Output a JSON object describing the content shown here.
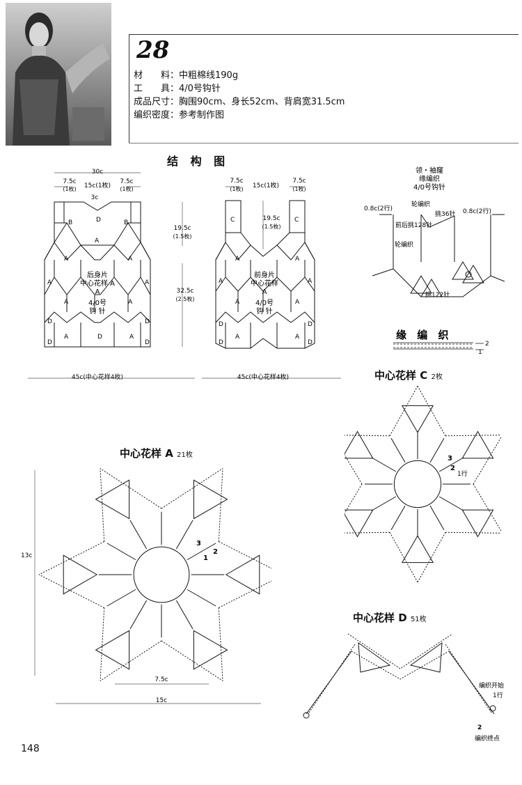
{
  "pattern_number": "28",
  "specs": {
    "material": "材　　料：中粗棉线190g",
    "tool": "工　　具：4/0号钩针",
    "size": "成品尺寸：胸围90cm、身长52cm、背肩宽31.5cm",
    "gauge": "编织密度：参考制作图"
  },
  "structure_title": "结 构 图",
  "back": {
    "width_top": "30c",
    "left_shoulder": "7.5c",
    "left_shoulder_count": "(1枚)",
    "neck": "15c(1枚)",
    "right_shoulder": "7.5c",
    "right_shoulder_count": "(1枚)",
    "neck_drop": "3c",
    "name": "后身片",
    "motif": "中心花样 A",
    "hook": "4/0号",
    "hook2": "钩 针",
    "armhole": "19.5c",
    "armhole_count": "(1.5枚)",
    "length": "32.5c",
    "length_count": "(2.5枚)",
    "bottom": "45c(中心花样4枚)"
  },
  "front": {
    "left_shoulder": "7.5c",
    "left_shoulder_count": "(1枚)",
    "neck": "15c(1枚)",
    "right_shoulder": "7.5c",
    "right_shoulder_count": "(1枚)",
    "neck_depth": "19.5c",
    "neck_depth_count": "(1.5枚)",
    "name": "前身片",
    "motif": "中心花样",
    "motif_letter": "A",
    "hook": "4/0号",
    "hook2": "钩 针",
    "bottom": "45c(中心花样4枚)"
  },
  "motif_letters": {
    "a": "A",
    "b": "B",
    "c": "C",
    "d": "D"
  },
  "edging": {
    "header1": "领・袖窿",
    "header2": "缘编织",
    "header3": "4/0号钩针",
    "rows_left": "0.8c(2行)",
    "rows_right": "0.8c(2行)",
    "edging1": "轮编织",
    "pickup36": "挑36针",
    "front_pick": "前后挑128针",
    "edging2": "轮编织",
    "pickup122": "挑122针",
    "title": "缘 编 织",
    "row1": "1",
    "row2": "2"
  },
  "motif_a": {
    "title": "中心花样",
    "letter": "A",
    "count": "21枚",
    "height": "13c",
    "inner": "7.5c",
    "outer": "15c",
    "r1": "1",
    "r2": "2",
    "r3": "3"
  },
  "motif_c": {
    "title": "中心花样",
    "letter": "C",
    "count": "2枚",
    "r1": "1行",
    "r2": "2",
    "r3": "3"
  },
  "motif_d": {
    "title": "中心花样",
    "letter": "D",
    "count": "51枚",
    "start": "编织开始",
    "row1": "1行",
    "row2": "2",
    "end": "编织终点"
  },
  "page_number": "148"
}
